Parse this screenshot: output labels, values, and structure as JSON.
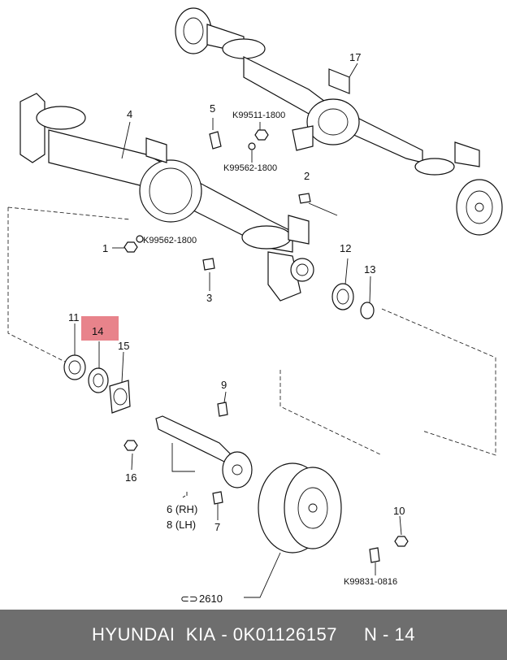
{
  "highlight": {
    "label": "14",
    "color": "#e05a64"
  },
  "footer": {
    "brand": "HYUNDAI  KIA",
    "separator": " - ",
    "part_number": "0K01126157",
    "gap": "     ",
    "callout": "N - 14"
  },
  "labels": {
    "p1": "1",
    "p2": "2",
    "p3": "3",
    "p4": "4",
    "p5": "5",
    "p6": "6 (RH)",
    "p7": "7",
    "p8": "8 (LH)",
    "p9": "9",
    "p10": "10",
    "p11": "11",
    "p12": "12",
    "p13": "13",
    "p15": "15",
    "p16": "16",
    "p17": "17",
    "k1": "K99511-1800",
    "k2": "K99562-1800",
    "k3": "K99562-1800",
    "k4": "K99831-0816",
    "ref": "2610"
  }
}
